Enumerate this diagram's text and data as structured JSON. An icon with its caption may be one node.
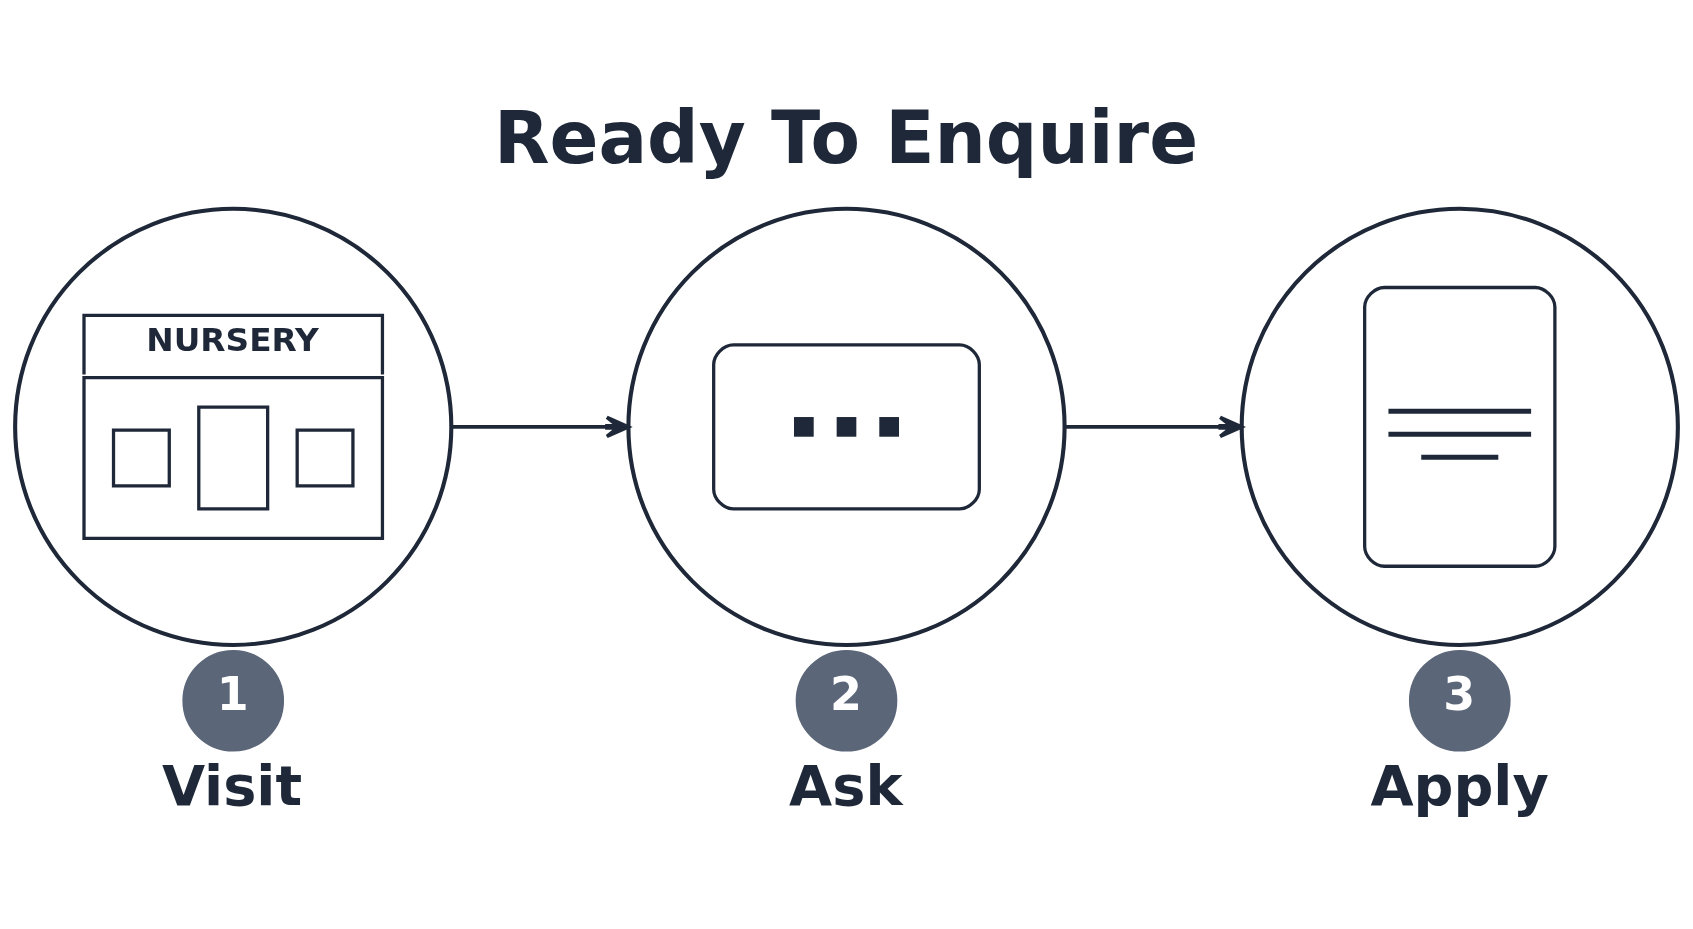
{
  "diagram": {
    "title": "Ready To Enquire",
    "nodes": [
      {
        "text": [
          "NURSERY"
        ]
      },
      {
        "text": [
          "1"
        ],
        "beside": [
          "Visit"
        ]
      },
      {
        "text": [],
        "shape": "circle"
      },
      {
        "text": [
          "2"
        ],
        "beside": [
          "Ask"
        ]
      },
      {
        "text": [],
        "shape": "circle"
      },
      {
        "text": [
          "3"
        ],
        "beside": [
          "Apply"
        ]
      }
    ],
    "edges": [
      {
        "from": 0,
        "to": 2,
        "arrow": "to"
      },
      {
        "from": 2,
        "to": 4,
        "arrow": "to"
      }
    ]
  }
}
